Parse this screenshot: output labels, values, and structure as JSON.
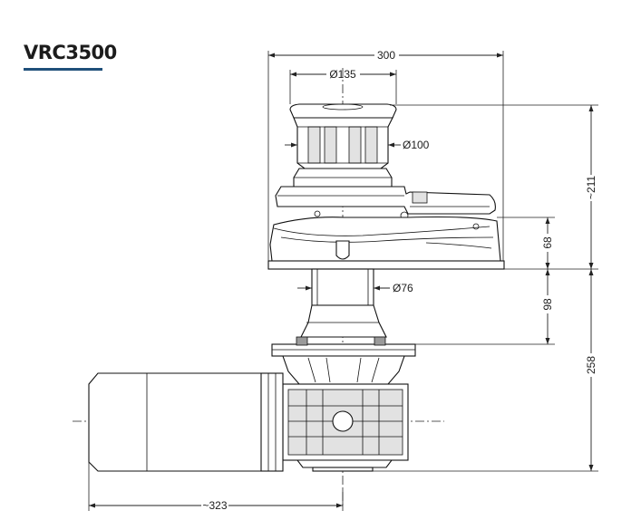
{
  "model": "VRC3500",
  "dimensions": {
    "width_total": "300",
    "drum_diameter": "Ø135",
    "gypsy_diameter": "Ø100",
    "column_diameter": "Ø76",
    "height_above_deck": "~211",
    "deck_to_chain": "68",
    "below_deck_upper": "98",
    "below_deck_total": "258",
    "motor_length": "~323"
  },
  "colors": {
    "accent": "#1f4f7a",
    "ink": "#1c1c1c"
  }
}
